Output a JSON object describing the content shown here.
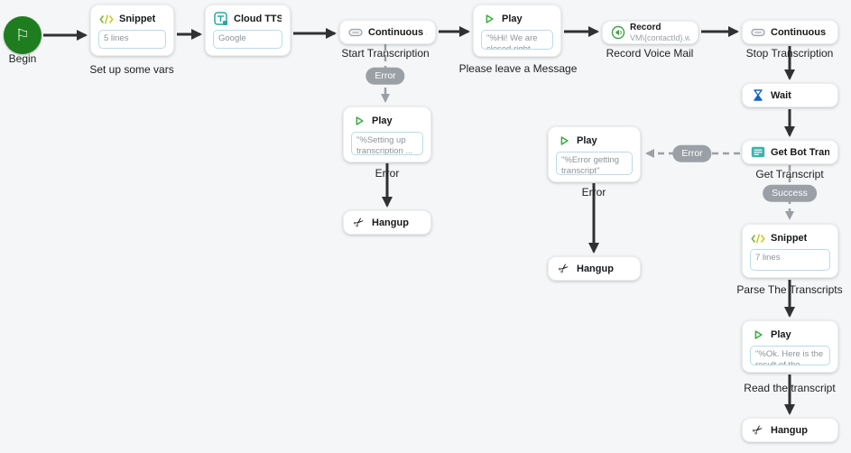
{
  "flow": {
    "begin": {
      "label": "Begin",
      "flag_glyph": "⚐"
    },
    "nodes": {
      "snippet1": {
        "title": "Snippet",
        "value": "5 lines",
        "caption": "Set up some vars"
      },
      "cloud_tts": {
        "title": "Cloud TTS",
        "value": "Google"
      },
      "continuous1": {
        "title": "Continuous ...",
        "caption": "Start Transcription"
      },
      "play_greeting": {
        "title": "Play",
        "value": "\"%Hi! We are closed right now, ...",
        "caption": "Please leave a Message"
      },
      "record": {
        "title": "Record",
        "subtitle": "VM\\{contactId}.wav",
        "caption": "Record Voice Mail"
      },
      "continuous2": {
        "title": "Continuous ...",
        "caption": "Stop Transcription"
      },
      "wait": {
        "title": "Wait"
      },
      "get_bot_transcript": {
        "title": "Get Bot Transcript",
        "caption": "Get Transcript"
      },
      "snippet2": {
        "title": "Snippet",
        "value": "7 lines",
        "caption": "Parse The Transcripts"
      },
      "play_read": {
        "title": "Play",
        "value": "\"%Ok. Here is the result of the ...",
        "caption": "Read the transcript"
      },
      "hangup_main": {
        "title": "Hangup"
      },
      "play_error_setup": {
        "title": "Play",
        "value": "\"%Setting up transcription ...",
        "caption": "Error"
      },
      "hangup_error_setup": {
        "title": "Hangup"
      },
      "play_error_transcript": {
        "title": "Play",
        "value": "\"%Error getting transcript\"",
        "caption": "Error"
      },
      "hangup_error_transcript": {
        "title": "Hangup"
      }
    },
    "badges": {
      "error_start": "Error",
      "success": "Success",
      "error_transcript": "Error"
    },
    "icons": {
      "hangup_glyph": "✂"
    },
    "colors": {
      "begin_green": "#1e7d1e",
      "play_green": "#3fae49",
      "snippet_green": "#7cb342",
      "snippet_yellow": "#c3cd2e",
      "tts_teal": "#2aa7a0",
      "wait_blue": "#1565c0",
      "badge_gray": "#9aa0a6",
      "edge_dark": "#2f3133",
      "edge_gray": "#9aa0a6"
    }
  }
}
